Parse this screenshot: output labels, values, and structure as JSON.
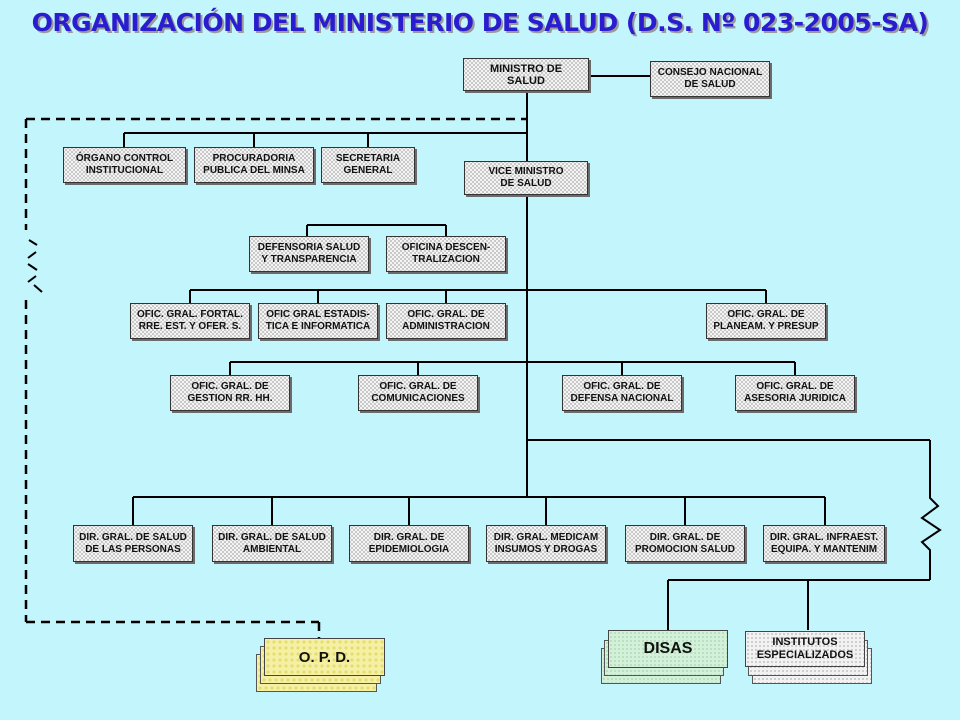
{
  "title": "ORGANIZACIÓN DEL MINISTERIO DE SALUD (D.S. Nº 023-2005-SA)",
  "nodes": {
    "ministro": "MINISTRO DE\nSALUD",
    "consejo": "CONSEJO NACIONAL\nDE SALUD",
    "organo_control": "ÓRGANO CONTROL\nINSTITUCIONAL",
    "procuraduria": "PROCURADORIA\nPUBLICA DEL MINSA",
    "secretaria": "SECRETARIA\nGENERAL",
    "vice_ministro": "VICE MINISTRO\nDE SALUD",
    "defensoria": "DEFENSORIA SALUD\nY TRANSPARENCIA",
    "descentralizacion": "OFICINA DESCEN-\nTRALIZACION",
    "fortal": "OFIC. GRAL. FORTAL.\nRRE. EST. Y OFER. S.",
    "estadistica": "OFIC GRAL ESTADIS-\nTICA E INFORMATICA",
    "administracion": "OFIC. GRAL. DE\nADMINISTRACION",
    "planeamiento": "OFIC. GRAL. DE\nPLANEAM. Y PRESUP",
    "gestion_rrhh": "OFIC. GRAL. DE\nGESTION RR. HH.",
    "comunicaciones": "OFIC. GRAL. DE\nCOMUNICACIONES",
    "defensa": "OFIC. GRAL. DE\nDEFENSA NACIONAL",
    "asesoria": "OFIC. GRAL. DE\nASESORIA JURIDICA",
    "dir_personas": "DIR. GRAL. DE SALUD\nDE LAS PERSONAS",
    "dir_ambiental": "DIR. GRAL. DE SALUD\nAMBIENTAL",
    "dir_epidemiologia": "DIR. GRAL. DE\nEPIDEMIOLOGIA",
    "dir_medicam": "DIR. GRAL. MEDICAM\nINSUMOS Y DROGAS",
    "dir_promocion": "DIR. GRAL. DE\nPROMOCION SALUD",
    "dir_infraest": "DIR. GRAL. INFRAEST.\nEQUIPA. Y MANTENIM",
    "opd": "O. P. D.",
    "disas": "DISAS",
    "institutos": "INSTITUTOS\nESPECIALIZADOS"
  }
}
